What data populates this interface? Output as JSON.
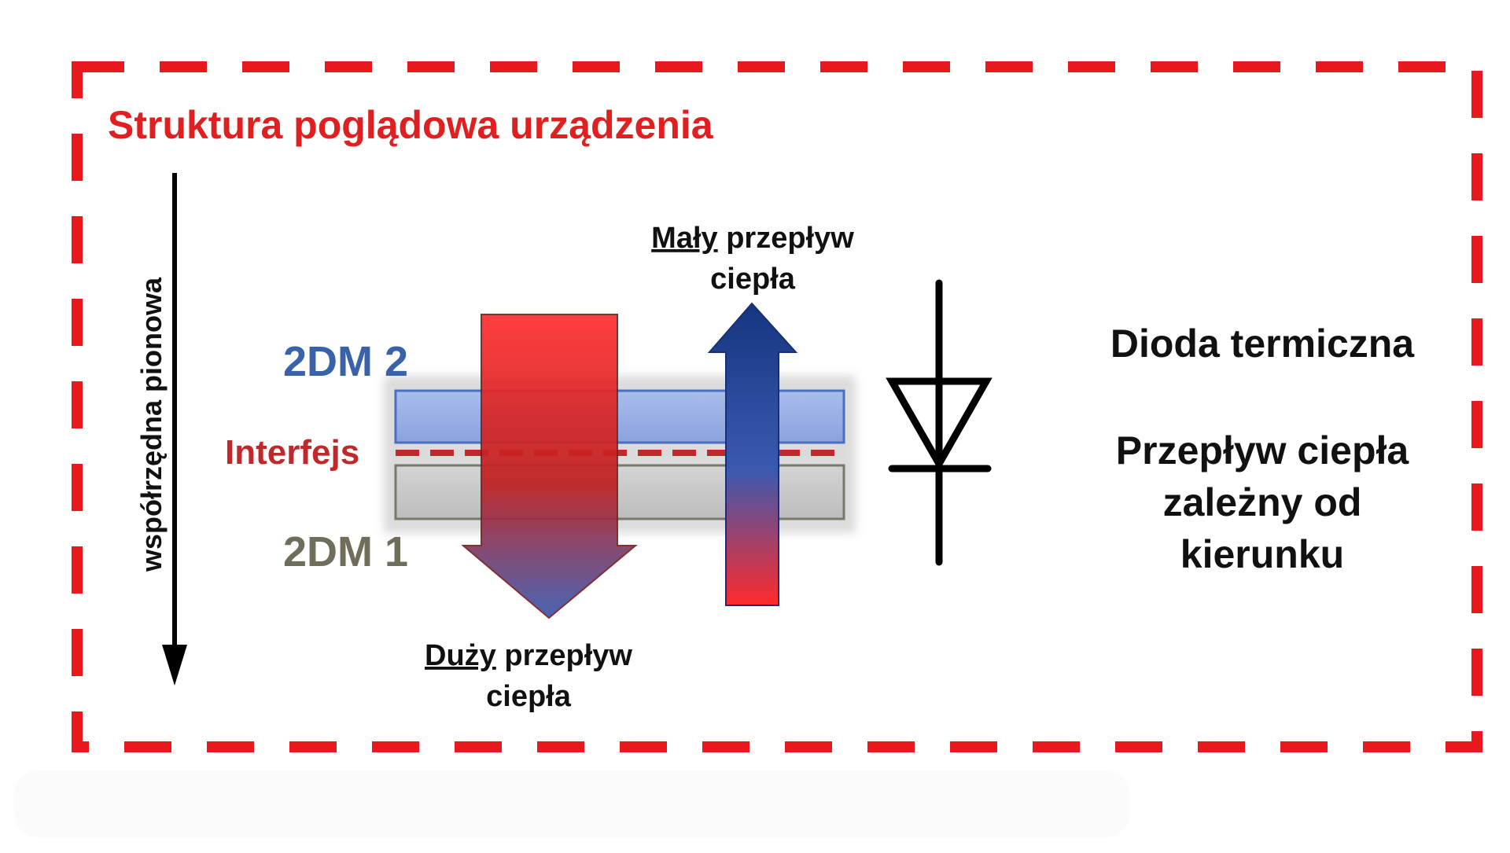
{
  "title": "Struktura poglądowa urządzenia",
  "axis": {
    "label": "współrzędna pionowa"
  },
  "layers": {
    "top": "2DM 2",
    "interface": "Interfejs",
    "bottom": "2DM 1"
  },
  "flows": {
    "large": {
      "emphasis": "Duży",
      "rest": " przepływ",
      "line2": "ciepła"
    },
    "small": {
      "emphasis": "Mały",
      "rest": " przepływ",
      "line2": "ciepła"
    }
  },
  "right_panel": {
    "heading": "Dioda termiczna",
    "lines": [
      "Przepływ ciepła",
      "zależny od",
      "kierunku"
    ]
  },
  "colors": {
    "border": "#e8191c",
    "title": "#e02020",
    "top_label": "#3a62a8",
    "interface_label": "#c0282c",
    "bottom_label": "#6e6e5a",
    "top_layer_fill": "#9db3e6",
    "bottom_layer_fill": "#c9c9c9",
    "hot": "#ff2a2a",
    "cold": "#1f3f8f"
  },
  "icons": {
    "symbol": "diode-symbol",
    "axis": "arrow-down-icon"
  }
}
